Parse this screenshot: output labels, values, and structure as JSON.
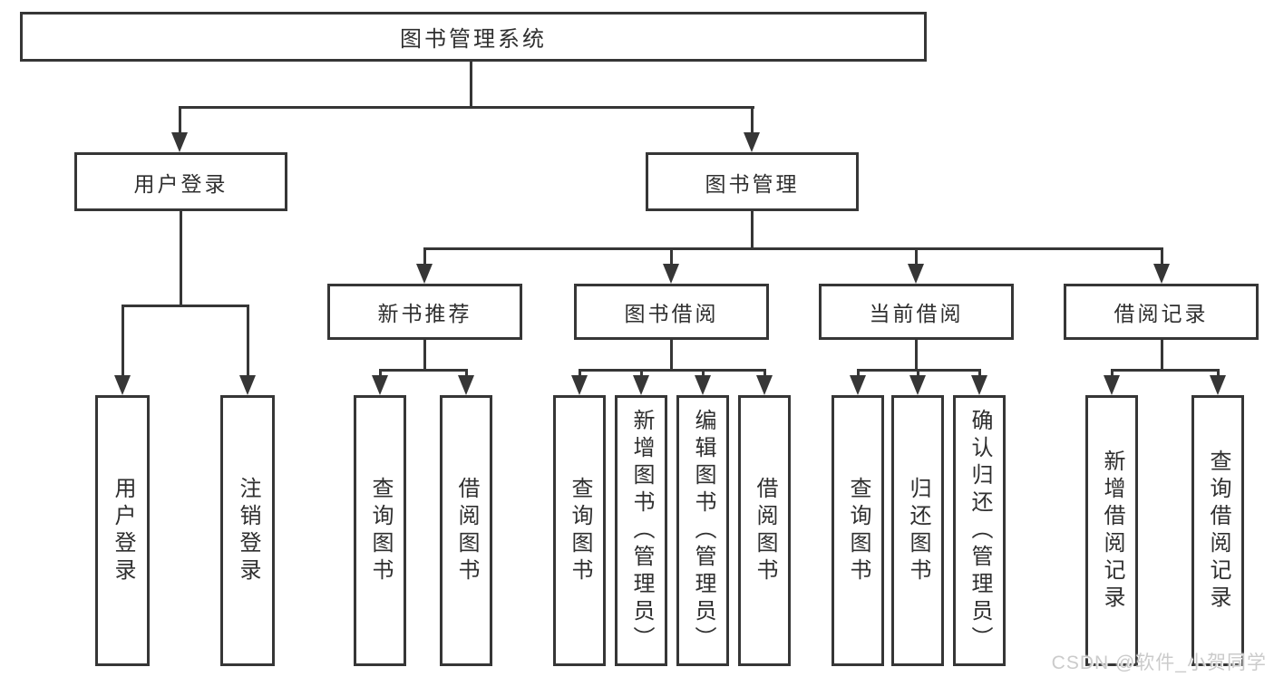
{
  "tree": {
    "root": "图书管理系统",
    "branches": [
      {
        "label": "用户登录",
        "children": [
          {
            "label": "用户登录"
          },
          {
            "label": "注销登录"
          }
        ]
      },
      {
        "label": "图书管理",
        "groups": [
          {
            "label": "新书推荐",
            "children": [
              {
                "label": "查询图书"
              },
              {
                "label": "借阅图书"
              }
            ]
          },
          {
            "label": "图书借阅",
            "children": [
              {
                "label": "查询图书"
              },
              {
                "label": "新增图书（管理员）"
              },
              {
                "label": "编辑图书（管理员）"
              },
              {
                "label": "借阅图书"
              }
            ]
          },
          {
            "label": "当前借阅",
            "children": [
              {
                "label": "查询图书"
              },
              {
                "label": "归还图书"
              },
              {
                "label": "确认归还（管理员）"
              }
            ]
          },
          {
            "label": "借阅记录",
            "children": [
              {
                "label": "新增借阅记录"
              },
              {
                "label": "查询借阅记录"
              }
            ]
          }
        ]
      }
    ]
  },
  "watermark": {
    "text": "CSDN @软件_小贺同学"
  },
  "colors": {
    "line": "#363636",
    "text": "#2f2f2f",
    "background": "#ffffff",
    "watermark": "#cbcbcb"
  }
}
